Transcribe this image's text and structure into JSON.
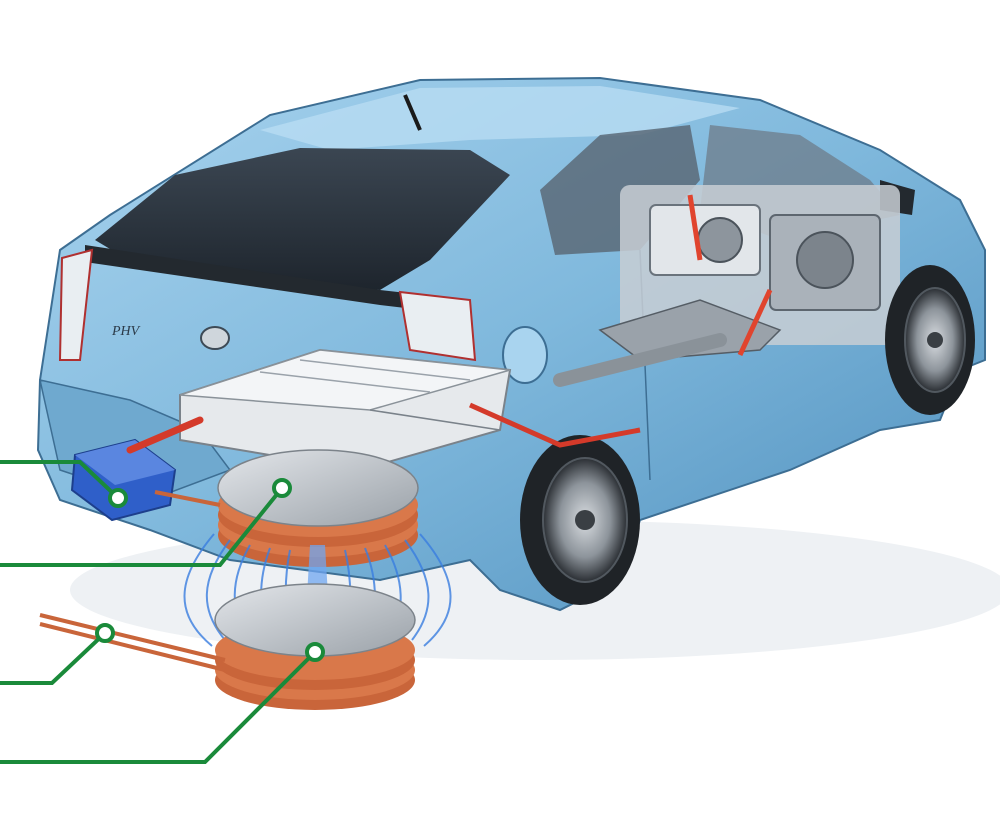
{
  "diagram": {
    "vehicle_icon": "plug-in-hybrid-car-cutaway-icon",
    "badge_text": "PHV",
    "colors": {
      "car_body": "#7fb8dc",
      "car_body_dark": "#4f8fbd",
      "callout_line": "#1a8a3a",
      "copper": "#c9653a",
      "field_lines": "#3a7ee0",
      "pad": "#b9bec4",
      "receiver_box": "#2f5fc9",
      "cable": "#d43a2a"
    },
    "callouts": [
      {
        "id": "receiver-box",
        "icon": "power-receiver-unit-icon"
      },
      {
        "id": "vehicle-coil",
        "icon": "secondary-coil-icon"
      },
      {
        "id": "supply-cable",
        "icon": "power-cable-icon"
      },
      {
        "id": "ground-coil",
        "icon": "primary-coil-icon"
      }
    ]
  }
}
